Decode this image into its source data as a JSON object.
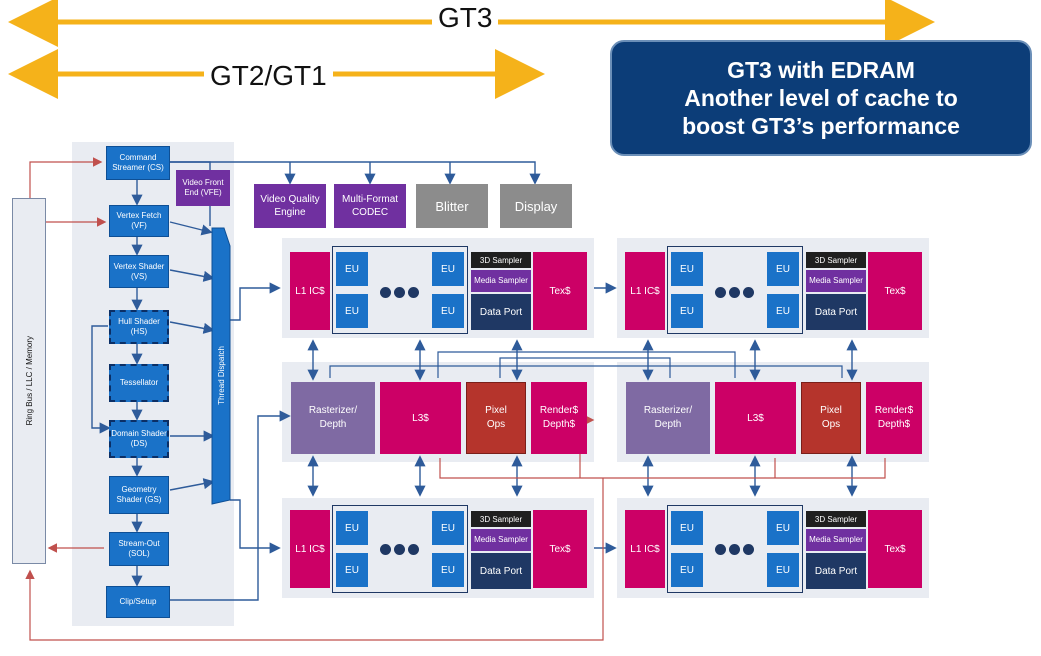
{
  "header": {
    "gt3_label": "GT3",
    "gt21_label": "GT2/GT1"
  },
  "banner": {
    "line1": "GT3 with EDRAM",
    "line2": "Another level of cache to",
    "line3": "boost GT3’s performance"
  },
  "ring_bus": "Ring Bus / LLC / Memory",
  "front_end": {
    "command_streamer": "Command Streamer (CS)",
    "video_front_end": "Video Front End (VFE)",
    "vertex_fetch": "Vertex Fetch (VF)",
    "vertex_shader": "Vertex Shader (VS)",
    "hull_shader": "Hull Shader (HS)",
    "tessellator": "Tessellator",
    "domain_shader": "Domain Shader (DS)",
    "geometry_shader": "Geometry Shader (GS)",
    "stream_out": "Stream-Out (SOL)",
    "clip_setup": "Clip/Setup",
    "thread_dispatch": "Thread Dispatch"
  },
  "engines": {
    "vqe": "Video Quality Engine",
    "mfx": "Multi-Format CODEC",
    "blitter": "Blitter",
    "display": "Display"
  },
  "subslice": {
    "l1": "L1 IC$",
    "eu": "EU",
    "sampler_3d": "3D Sampler",
    "media_sampler": "Media Sampler",
    "data_port": "Data Port",
    "tex": "Tex$"
  },
  "slice_common": {
    "rasterizer": "Rasterizer/ Depth",
    "l3": "L3$",
    "pixel_ops": "Pixel Ops",
    "render_cache": "Render$ Depth$"
  },
  "colors": {
    "banner": "#0c3d78",
    "blue": "#1a72c8",
    "purple": "#7030a0",
    "magenta": "#cc0066",
    "navy": "#1f3864",
    "pixel": "#b5342c",
    "arrow_gold": "#f5b21a",
    "arrow_red": "#c0504d",
    "arrow_blue": "#2e5b9a"
  }
}
